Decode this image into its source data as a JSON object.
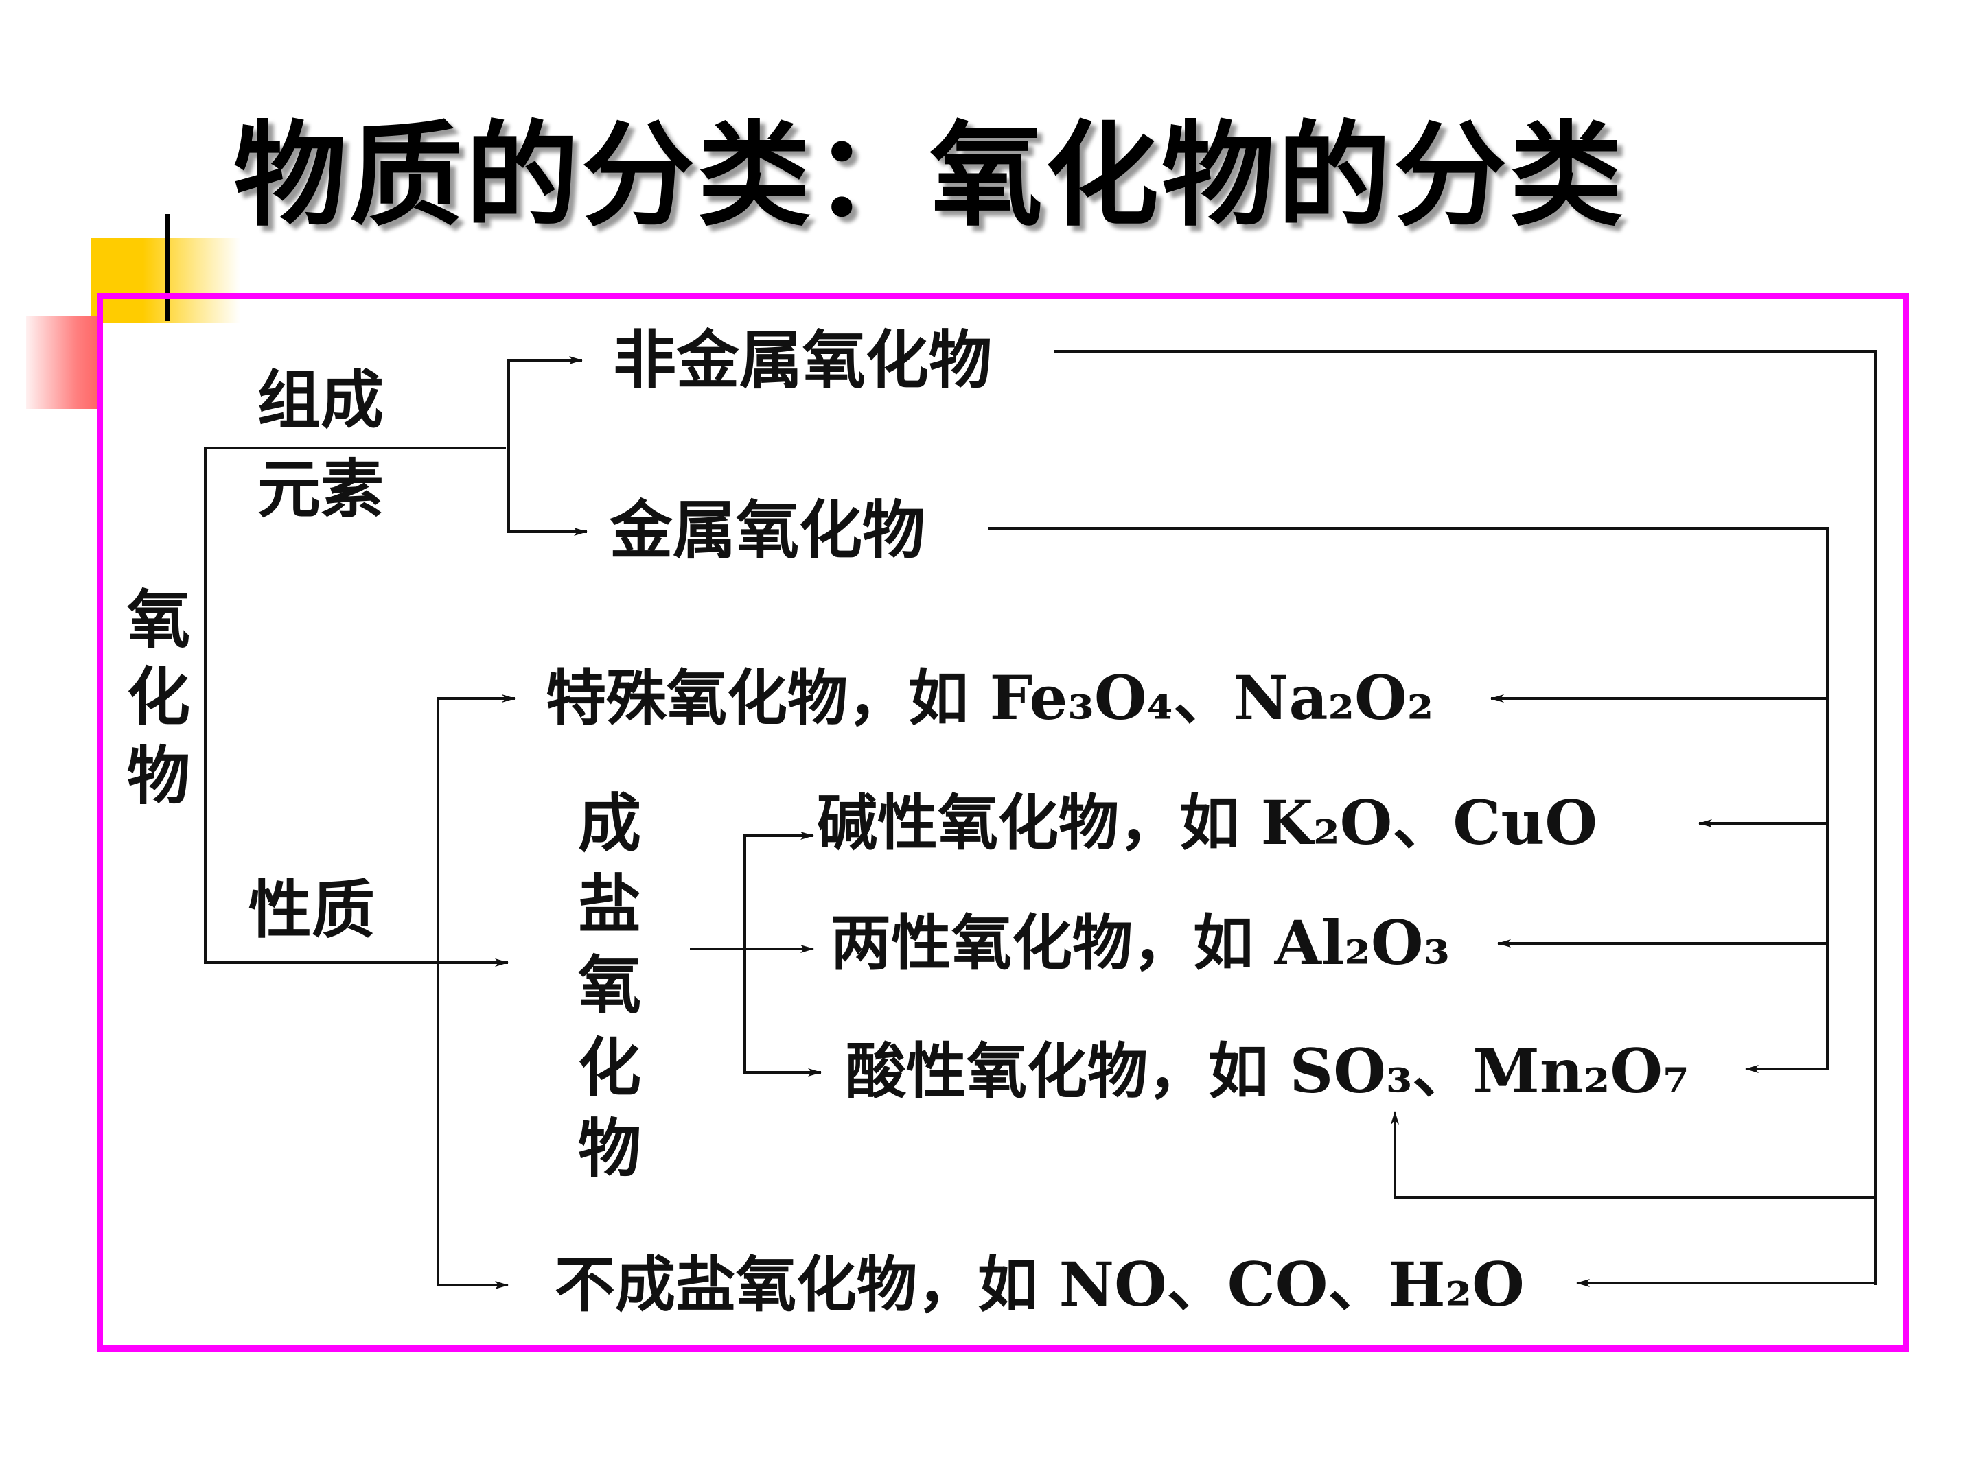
{
  "title": "物质的分类：氧化物的分类",
  "root": [
    "氧",
    "化",
    "物"
  ],
  "branches": {
    "composition": [
      "组成",
      "元素"
    ],
    "property": "性质"
  },
  "composition_nodes": {
    "nonmetal": "非金属氧化物",
    "metal": "金属氧化物"
  },
  "salt_forming": [
    "成",
    "盐",
    "氧",
    "化",
    "物"
  ],
  "special": {
    "name": "特殊氧化物",
    "example": "，如 Fe₃O₄、Na₂O₂"
  },
  "basic": {
    "name": "碱性氧化物",
    "example": "，如 K₂O、CuO"
  },
  "amphoteric": {
    "name": "两性氧化物",
    "example": "，如 Al₂O₃"
  },
  "acidic": {
    "name": "酸性氧化物",
    "example": "，如 SO₃、Mn₂O₇"
  },
  "non_salt": {
    "name": "不成盐氧化物",
    "example": "，如 NO、CO、H₂O"
  },
  "colors": {
    "frame": "#ff00ff",
    "deco_yellow": "#ffcc00",
    "deco_red": "#ff8080",
    "lines": "#111111"
  }
}
